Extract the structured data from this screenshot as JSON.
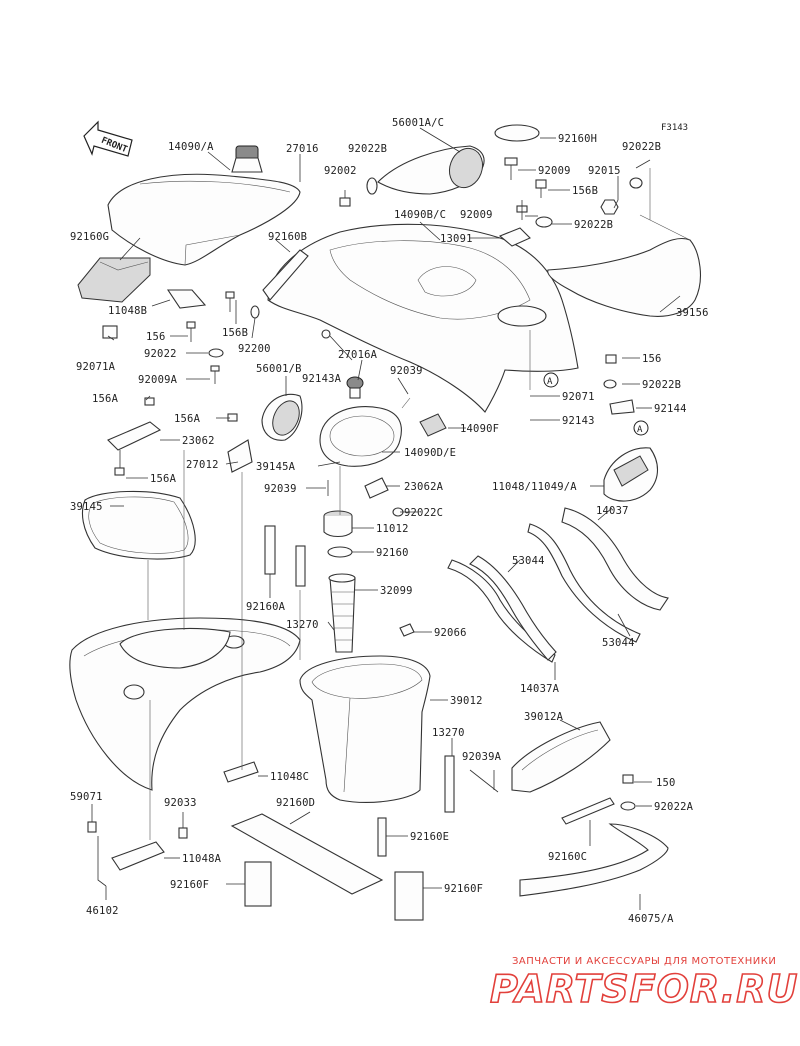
{
  "diagram": {
    "ref_code": "F3143",
    "front_label": "FRONT",
    "circle_marker": "A"
  },
  "labels": {
    "l_14090A": "14090/A",
    "l_27016": "27016",
    "l_92022B_1": "92022B",
    "l_92002": "92002",
    "l_56001AC": "56001A/C",
    "l_92160H": "92160H",
    "l_92009_1": "92009",
    "l_156B_1": "156B",
    "l_92015": "92015",
    "l_92022B_2": "92022B",
    "l_92009_2": "92009",
    "l_92022B_3": "92022B",
    "l_14090BC": "14090B/C",
    "l_13091": "13091",
    "l_92160G": "92160G",
    "l_92160B": "92160B",
    "l_11048B": "11048B",
    "l_156_1": "156",
    "l_156B_2": "156B",
    "l_92022_1": "92022",
    "l_92200": "92200",
    "l_92071A": "92071A",
    "l_92009A": "92009A",
    "l_39156": "39156",
    "l_56001B": "56001/B",
    "l_27016A": "27016A",
    "l_92143A": "92143A",
    "l_92039_1": "92039",
    "l_156_2": "156",
    "l_92022B_4": "92022B",
    "l_92071": "92071",
    "l_92144": "92144",
    "l_92143": "92143",
    "l_156A_1": "156A",
    "l_156A_2": "156A",
    "l_14090F": "14090F",
    "l_23062": "23062",
    "l_27012": "27012",
    "l_14090DE": "14090D/E",
    "l_39145A": "39145A",
    "l_156A_3": "156A",
    "l_92039_2": "92039",
    "l_23062A": "23062A",
    "l_11048_11049A": "11048/11049/A",
    "l_39145": "39145",
    "l_92022C": "92022C",
    "l_14037": "14037",
    "l_11012": "11012",
    "l_92160_1": "92160",
    "l_53044_1": "53044",
    "l_32099": "32099",
    "l_92160A": "92160A",
    "l_13270_1": "13270",
    "l_92066": "92066",
    "l_53044_2": "53044",
    "l_14037A": "14037A",
    "l_39012": "39012",
    "l_39012A": "39012A",
    "l_13270_2": "13270",
    "l_92039A": "92039A",
    "l_11048C": "11048C",
    "l_150": "150",
    "l_59071": "59071",
    "l_92033": "92033",
    "l_92160D": "92160D",
    "l_92022A": "92022A",
    "l_92160E": "92160E",
    "l_92160C": "92160C",
    "l_11048A": "11048A",
    "l_92160F_1": "92160F",
    "l_92160F_2": "92160F",
    "l_46102": "46102",
    "l_46075A": "46075/A"
  },
  "watermark": {
    "tagline": "ЗАПЧАСТИ И АКСЕССУАРЫ ДЛЯ МОТОТЕХНИКИ",
    "brand": "PARTSFOR.RU",
    "color": "#e2403b"
  }
}
